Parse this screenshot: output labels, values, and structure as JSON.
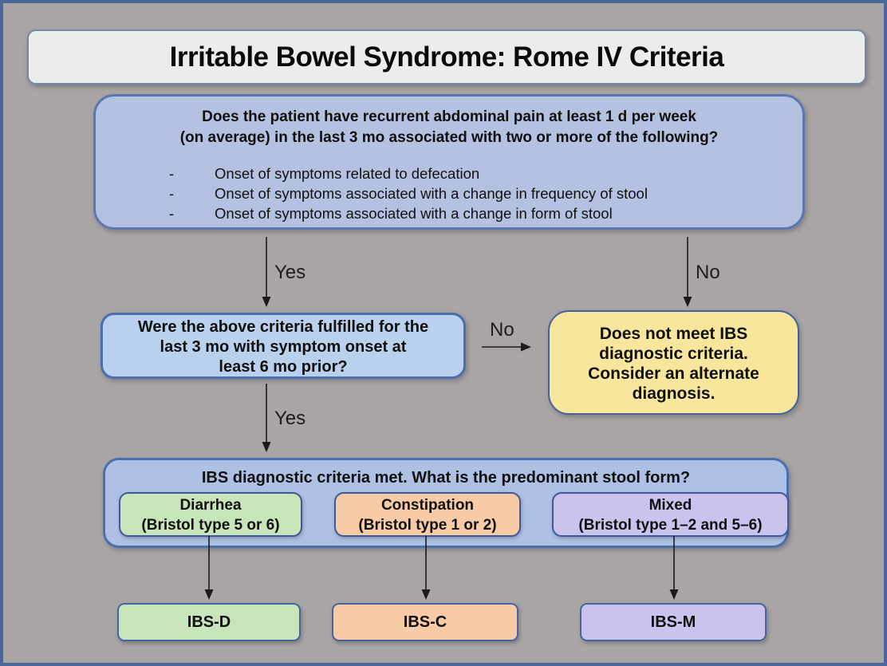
{
  "title": "Irritable Bowel Syndrome: Rome IV Criteria",
  "colors": {
    "background": "#a9a5a5",
    "frame_border": "#4a679b",
    "title_fill": "#ececeb",
    "question1_fill": "#b5c1e0",
    "question2_fill": "#b9d1ec",
    "not_met_fill": "#f9e69d",
    "container_fill": "#aec0e3",
    "diarrhea_fill": "#c8e4ba",
    "constipation_fill": "#f7cba5",
    "mixed_fill": "#ccc2ee"
  },
  "question1": {
    "line1": "Does the patient have recurrent abdominal pain at least 1 d per week",
    "line2": "(on average) in the last 3 mo associated with two or more of the following?",
    "bullet_marker": "-",
    "bullets": [
      "Onset of symptoms related to defecation",
      "Onset of symptoms associated with a change in frequency of stool",
      "Onset of symptoms associated with a change in form of stool"
    ]
  },
  "edge_labels": {
    "yes1": "Yes",
    "no1": "No",
    "no2": "No",
    "yes2": "Yes"
  },
  "question2": {
    "lines": [
      "Were the above criteria fulfilled for the",
      "last 3 mo with symptom onset at",
      "least 6 mo prior?"
    ]
  },
  "not_met": {
    "lines": [
      "Does not meet IBS",
      "diagnostic criteria.",
      "Consider an alternate",
      "diagnosis."
    ]
  },
  "stool_form": {
    "header": "IBS diagnostic criteria met. What is the predominant stool form?",
    "options": [
      {
        "name": "Diarrhea",
        "detail": "(Bristol type 5 or 6)",
        "result": "IBS-D"
      },
      {
        "name": "Constipation",
        "detail": "(Bristol type 1 or 2)",
        "result": "IBS-C"
      },
      {
        "name": "Mixed",
        "detail": "(Bristol type 1–2 and 5–6)",
        "result": "IBS-M"
      }
    ]
  }
}
